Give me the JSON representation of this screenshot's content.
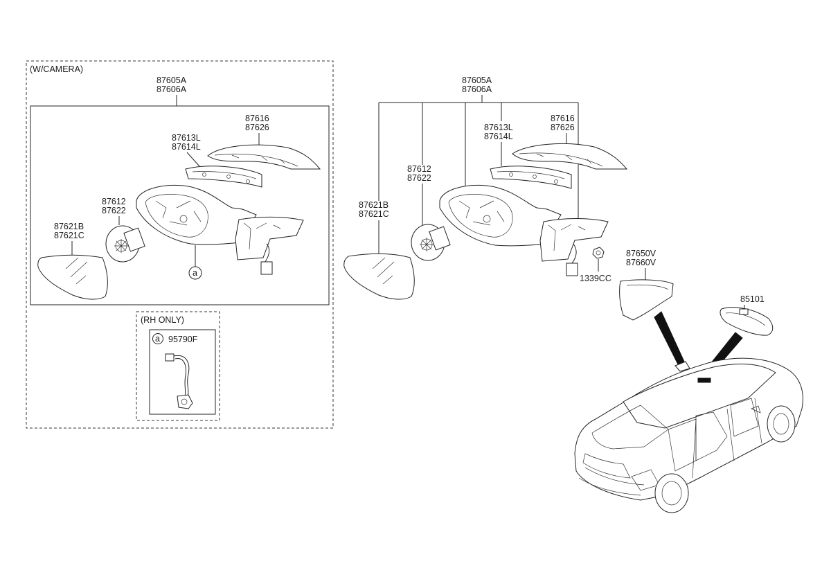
{
  "callouts": {
    "camera_group": "(W/CAMERA)",
    "rh_only": "(RH ONLY)",
    "ref_a": "a",
    "ref_a_small": "a"
  },
  "labels": {
    "left_assy_1": "87605A",
    "left_assy_2": "87606A",
    "left_cover_1": "87616",
    "left_cover_2": "87626",
    "left_lamp_1": "87613L",
    "left_lamp_2": "87614L",
    "left_actuator_1": "87612",
    "left_actuator_2": "87622",
    "left_glass_1": "87621B",
    "left_glass_2": "87621C",
    "camera_part": "95790F",
    "right_assy_1": "87605A",
    "right_assy_2": "87606A",
    "right_cover_1": "87616",
    "right_cover_2": "87626",
    "right_lamp_1": "87613L",
    "right_lamp_2": "87614L",
    "right_actuator_1": "87612",
    "right_actuator_2": "87622",
    "right_glass_1": "87621B",
    "right_glass_2": "87621C",
    "screw": "1339CC",
    "garnish_1": "87650V",
    "garnish_2": "87660V",
    "inside_mirror": "85101"
  }
}
